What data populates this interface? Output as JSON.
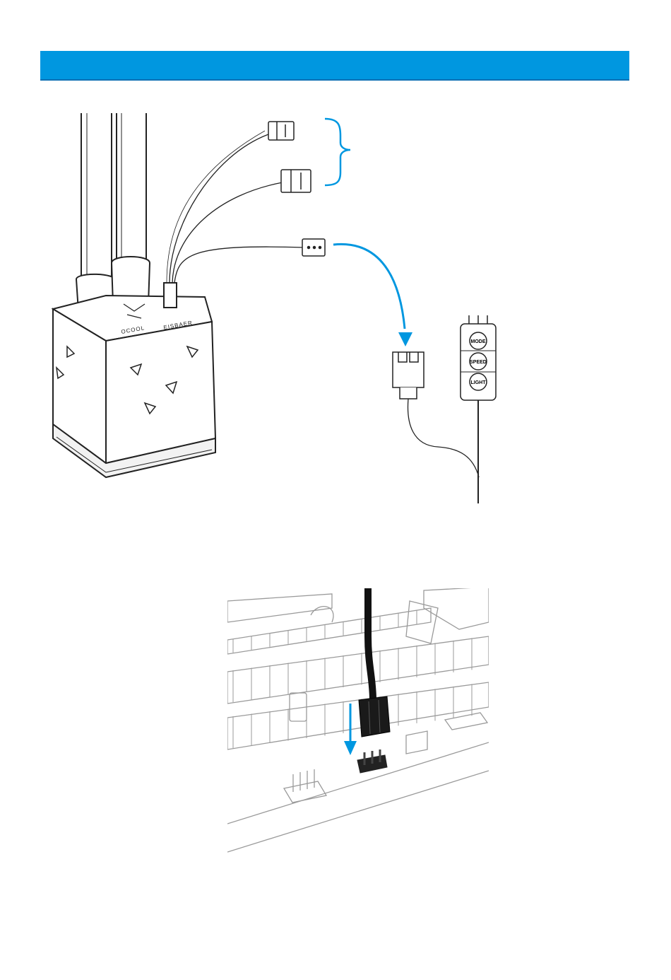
{
  "header": {
    "title": "",
    "band_color": "#0097e0"
  },
  "pump_block": {
    "brand_text": "OCOOL",
    "model_text": "EISBAER"
  },
  "rgb_controller": {
    "buttons": [
      {
        "label": "MODE"
      },
      {
        "label": "SPEED"
      },
      {
        "label": "LIGHT"
      }
    ]
  },
  "icons": {
    "arrow": "down-arrow-icon",
    "brace": "curly-brace-icon"
  },
  "colors": {
    "accent": "#0097e0",
    "line": "#222222",
    "board": "#8a8a8a"
  }
}
